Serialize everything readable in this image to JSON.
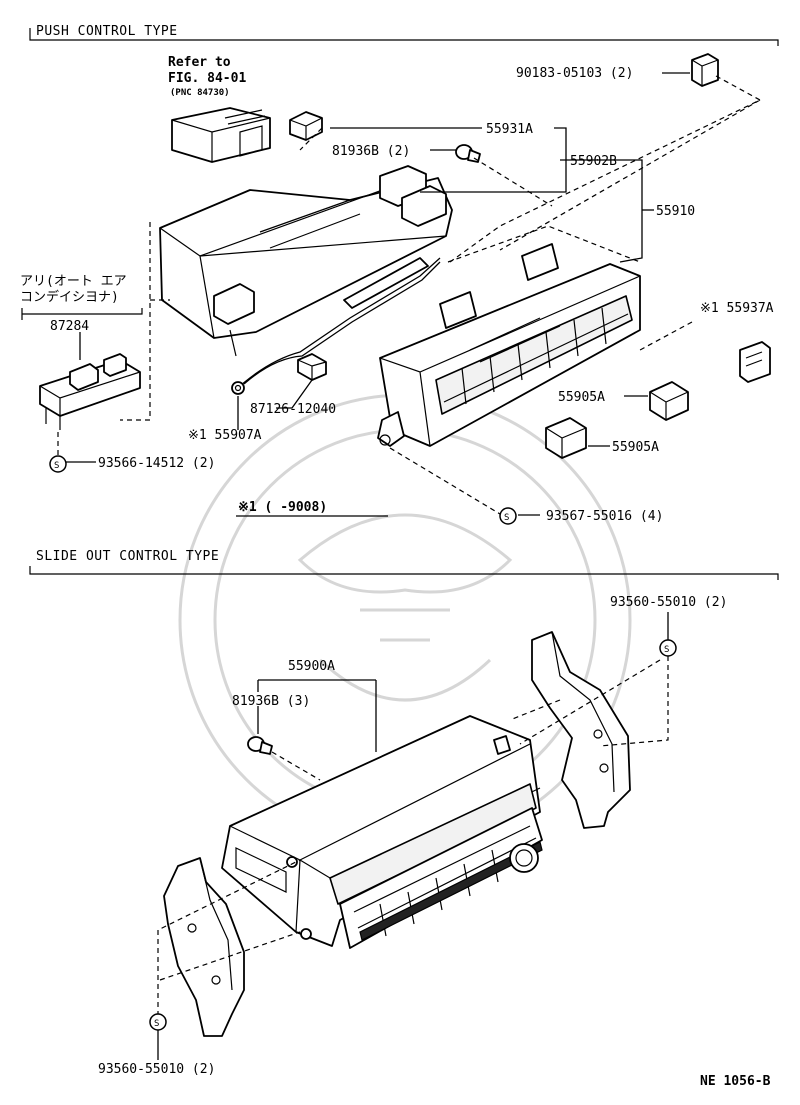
{
  "sections": {
    "push": "PUSH CONTROL TYPE",
    "slide": "SLIDE OUT CONTROL TYPE"
  },
  "refer": {
    "line1": "Refer to",
    "line2": "FIG. 84-01",
    "line3": "(PNC 84730)"
  },
  "jp_note": {
    "line1": "アリ(オート エア",
    "line2": "コンデイシヨナ)"
  },
  "parts": {
    "p90183": "90183-05103 (2)",
    "p55931A": "55931A",
    "p81936B_2": "81936B (2)",
    "p55902B": "55902B",
    "p55910": "55910",
    "p55937A": "※1 55937A",
    "p87284": "87284",
    "p55905A_1": "55905A",
    "p55905A_2": "55905A",
    "p87126": "87126-12040",
    "p55907A": "※1 55907A",
    "p93566": "93566-14512 (2)",
    "p93567": "93567-55016 (4)",
    "note_range": "※1 (        -9008)",
    "p93560_top": "93560-55010 (2)",
    "p55900A": "55900A",
    "p81936B_3": "81936B (3)",
    "p93560_bottom": "93560-55010 (2)"
  },
  "symbols": {
    "screw": "S"
  },
  "footer": {
    "code": "NE 1056-B"
  }
}
